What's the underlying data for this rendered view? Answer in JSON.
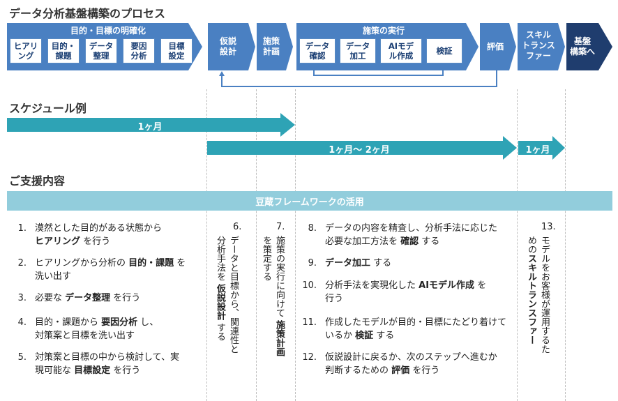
{
  "title": "データ分析基盤構築のプロセス",
  "process": {
    "group1_title": "目的・目標の明確化",
    "group1_steps": [
      "ヒアリ\nング",
      "目的・\n課題",
      "データ\n整理",
      "要因\n分析",
      "目標\n設定"
    ],
    "step6": "仮説\n設計",
    "step7": "施策\n計画",
    "group2_title": "施策の実行",
    "group2_steps": [
      "データ\n確認",
      "データ\n加工",
      "AIモデ\nル作成",
      "検証"
    ],
    "step12": "評価",
    "step13": "スキル\nトランス\nファー",
    "final": "基盤\n構築へ"
  },
  "schedule": {
    "title": "スケジュール例",
    "bars": [
      "1ヶ月",
      "1ヶ月～ 2ヶ月",
      "1ヶ月"
    ]
  },
  "support": {
    "title": "ご支援内容",
    "framework": "豆蔵フレームワークの活用",
    "left_items": [
      {
        "num": "1.",
        "l1a": "漠然とした目的がある状態から",
        "l2b": "ヒアリング",
        "l2c": " を行う"
      },
      {
        "num": "2.",
        "l1a": "ヒアリングから分析の ",
        "l1b": "目的・課題",
        "l1c": " を",
        "l2a": "洗い出す"
      },
      {
        "num": "3.",
        "l1a": "必要な ",
        "l1b": "データ整理",
        "l1c": " を行う"
      },
      {
        "num": "4.",
        "l1a": "目的・課題から ",
        "l1b": "要因分析",
        "l1c": " し、",
        "l2a": "対策案と目標を洗い出す"
      },
      {
        "num": "5.",
        "l1a": "対策案と目標の中から検討して、実",
        "l2a": "現可能な ",
        "l2b": "目標設定",
        "l2c": " を行う"
      }
    ],
    "col6": {
      "num": "6.",
      "c1": "データと目標から、関連性と",
      "c2a": "分析手法を ",
      "c2b": "仮説設計",
      "c2c": " する"
    },
    "col7": {
      "num": "7.",
      "c1a": "施策の実行に向けて ",
      "c1b": "施策計画",
      "c2": "を策定する"
    },
    "mid_items": [
      {
        "num": "8.",
        "l1a": "データの内容を精査し、分析手法に応じた",
        "l2a": "必要な加工方法を ",
        "l2b": "確認",
        "l2c": " する"
      },
      {
        "num": "9.",
        "l1b": "データ加工",
        "l1c": " する"
      },
      {
        "num": "10.",
        "l1a": "分析手法を実現化した ",
        "l1b": "AIモデル作成",
        "l1c": " を",
        "l2a": "行う"
      },
      {
        "num": "11.",
        "l1a": "作成したモデルが目的・目標にたどり着けて",
        "l2a": "いるか ",
        "l2b": "検証",
        "l2c": " する"
      },
      {
        "num": "12.",
        "l1a": "仮説設計に戻るか、次のステップへ進むか",
        "l2a": "判断するための ",
        "l2b": "評価",
        "l2c": " を行う"
      }
    ],
    "col13": {
      "num": "13.",
      "c1": "モデルをお客様が運用するた",
      "c2a": "めの",
      "c2b": "スキルトランスファー"
    }
  },
  "colors": {
    "dark_navy": "#1f3d6e",
    "process_blue": "#4a80c2",
    "teal": "#2ea3b5",
    "light_teal": "#92cddc"
  }
}
